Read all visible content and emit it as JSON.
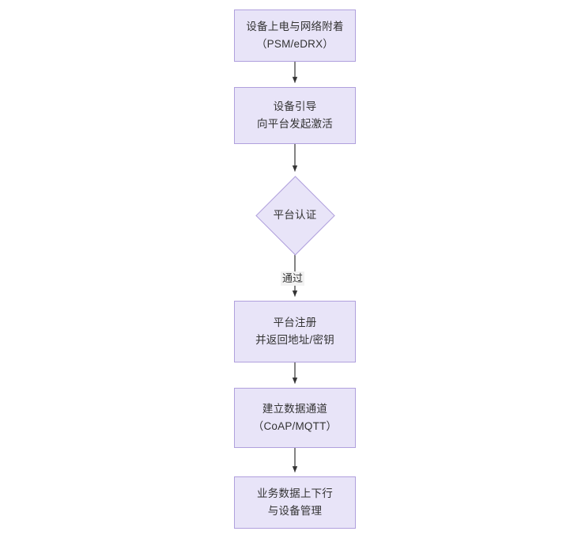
{
  "diagram": {
    "type": "flowchart",
    "orientation": "top-to-bottom",
    "background_color": "#ffffff",
    "node_fill_color": "#e8e4f8",
    "node_border_color": "#b0a0dd",
    "text_color": "#333333",
    "connector_color": "#333333",
    "nodes": [
      {
        "id": "power-on",
        "shape": "rectangle",
        "lines": [
          "设备上电与网络附着",
          "（PSM/eDRX）"
        ]
      },
      {
        "id": "bootstrap",
        "shape": "rectangle",
        "lines": [
          "设备引导",
          "向平台发起激活"
        ]
      },
      {
        "id": "platform-auth",
        "shape": "diamond",
        "lines": [
          "平台认证"
        ]
      },
      {
        "id": "platform-register",
        "shape": "rectangle",
        "lines": [
          "平台注册",
          "并返回地址/密钥"
        ]
      },
      {
        "id": "data-channel",
        "shape": "rectangle",
        "lines": [
          "建立数据通道",
          "（CoAP/MQTT）"
        ]
      },
      {
        "id": "business-data",
        "shape": "rectangle",
        "lines": [
          "业务数据上下行",
          "与设备管理"
        ]
      }
    ],
    "edges": [
      {
        "from": "power-on",
        "to": "bootstrap",
        "label": ""
      },
      {
        "from": "bootstrap",
        "to": "platform-auth",
        "label": ""
      },
      {
        "from": "platform-auth",
        "to": "platform-register",
        "label": "通过"
      },
      {
        "from": "platform-register",
        "to": "data-channel",
        "label": ""
      },
      {
        "from": "data-channel",
        "to": "business-data",
        "label": ""
      }
    ]
  }
}
